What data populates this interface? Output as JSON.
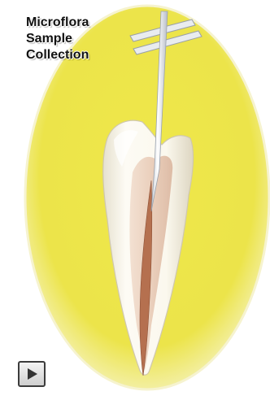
{
  "title": {
    "line1": "Microflora",
    "line2": "Sample",
    "line3": "Collection"
  },
  "colors": {
    "background_ellipse": "#efe84a",
    "ellipse_edge": "#f8f6c8",
    "tooth_enamel": "#fbf8ee",
    "root_canal_pulp": "#b5704f",
    "paper_point": "#f2f4f6"
  },
  "controls": {
    "play_icon": "play-icon"
  }
}
